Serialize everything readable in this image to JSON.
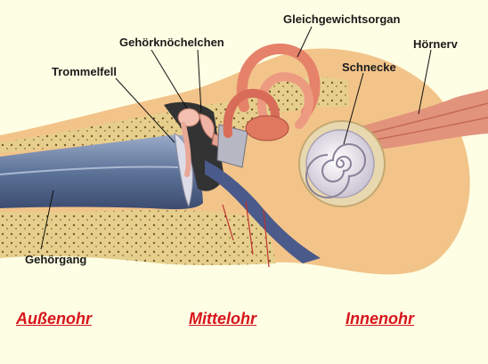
{
  "labels": {
    "trommelfell": "Trommelfell",
    "gehoerknoechelchen": "Gehörknöchelchen",
    "gleichgewichtsorgan": "Gleichgewichtsorgan",
    "hoernerv": "Hörnerv",
    "schnecke": "Schnecke",
    "gehoergang": "Gehörgang"
  },
  "regions": {
    "aussenohr": "Außenohr",
    "mittelohr": "Mittelohr",
    "innenohr": "Innenohr"
  },
  "colors": {
    "background": "#fefee4",
    "region_label": "#d8141c",
    "canal": "#6d84a8",
    "bone": "#ead7a0",
    "tissue": "#f0b880",
    "labyrinth": "#e6826a",
    "cochlea": "#ece8ef"
  }
}
